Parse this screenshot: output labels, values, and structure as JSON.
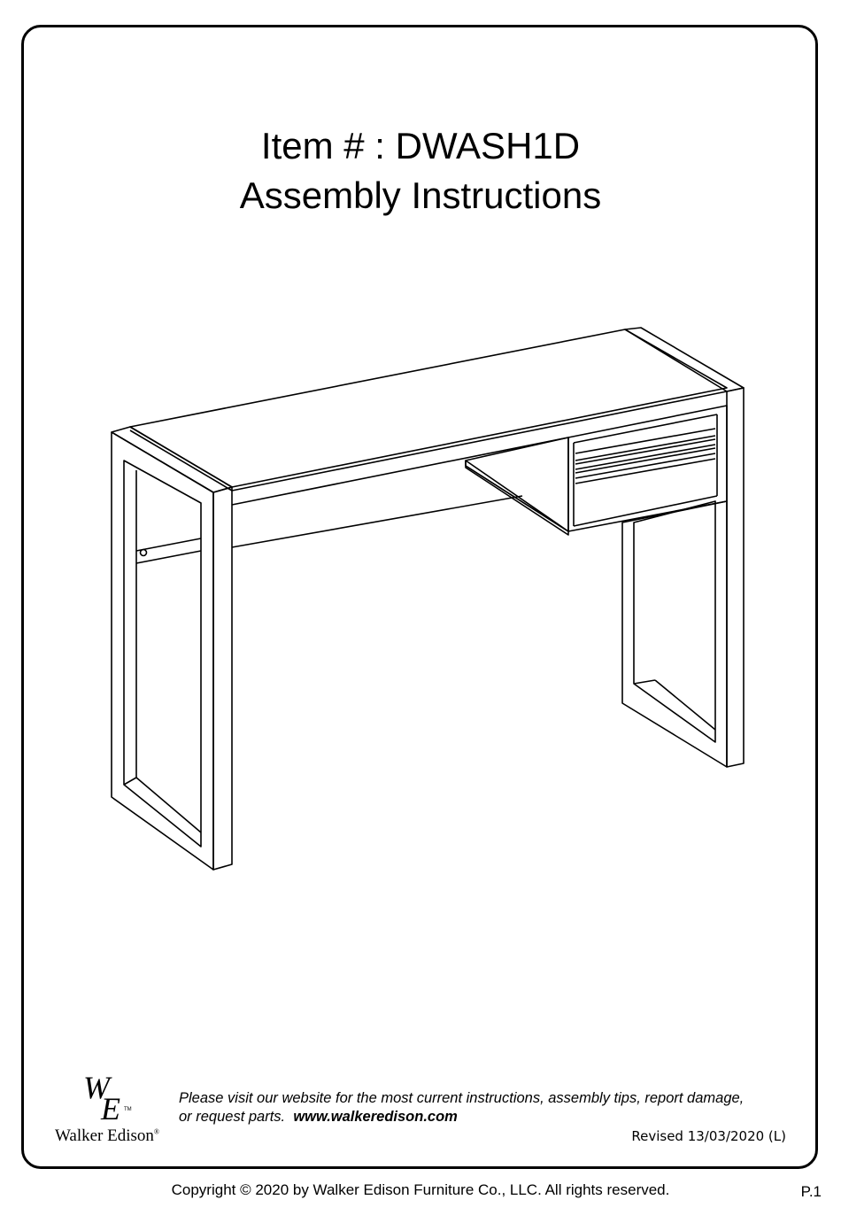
{
  "header": {
    "item_line": "Item # : DWASH1D",
    "subtitle": "Assembly Instructions"
  },
  "illustration": {
    "subject": "desk-line-drawing"
  },
  "logo": {
    "monogram": "WE",
    "trademark": "TM",
    "name": "Walker Edison",
    "registered": "®"
  },
  "footer": {
    "notice_line1": "Please visit our website for the most current instructions, assembly tips, report damage,",
    "notice_line2_prefix": "or request parts.",
    "website": "www.walkeredison.com",
    "revised": "Revised 13/03/2020 (L)",
    "copyright": "Copyright  © 2020 by Walker Edison Furniture Co., LLC. All rights reserved.",
    "page": "P.1"
  }
}
